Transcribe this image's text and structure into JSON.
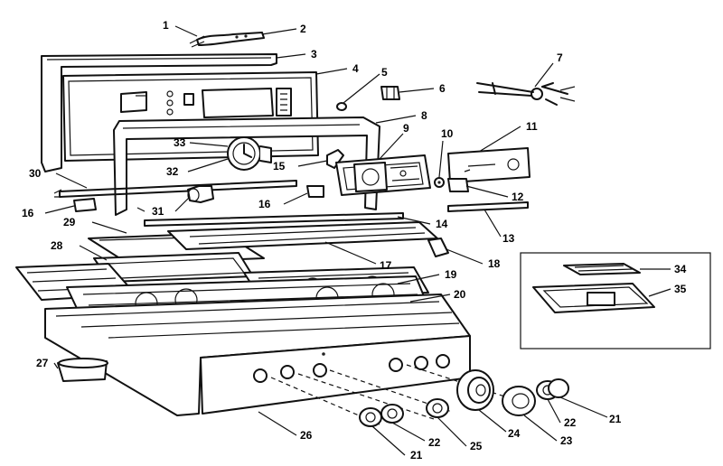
{
  "callouts": [
    {
      "id": "1",
      "label": "1"
    },
    {
      "id": "2",
      "label": "2"
    },
    {
      "id": "3",
      "label": "3"
    },
    {
      "id": "4",
      "label": "4"
    },
    {
      "id": "5",
      "label": "5"
    },
    {
      "id": "6",
      "label": "6"
    },
    {
      "id": "7",
      "label": "7"
    },
    {
      "id": "8",
      "label": "8"
    },
    {
      "id": "9",
      "label": "9"
    },
    {
      "id": "10",
      "label": "10"
    },
    {
      "id": "11",
      "label": "11"
    },
    {
      "id": "12",
      "label": "12"
    },
    {
      "id": "13",
      "label": "13"
    },
    {
      "id": "14",
      "label": "14"
    },
    {
      "id": "15",
      "label": "15"
    },
    {
      "id": "16a",
      "label": "16"
    },
    {
      "id": "16b",
      "label": "16"
    },
    {
      "id": "17",
      "label": "17"
    },
    {
      "id": "18",
      "label": "18"
    },
    {
      "id": "19",
      "label": "19"
    },
    {
      "id": "20",
      "label": "20"
    },
    {
      "id": "21a",
      "label": "21"
    },
    {
      "id": "21b",
      "label": "21"
    },
    {
      "id": "22a",
      "label": "22"
    },
    {
      "id": "22b",
      "label": "22"
    },
    {
      "id": "23",
      "label": "23"
    },
    {
      "id": "24",
      "label": "24"
    },
    {
      "id": "25",
      "label": "25"
    },
    {
      "id": "26",
      "label": "26"
    },
    {
      "id": "27",
      "label": "27"
    },
    {
      "id": "28",
      "label": "28"
    },
    {
      "id": "29",
      "label": "29"
    },
    {
      "id": "30",
      "label": "30"
    },
    {
      "id": "31",
      "label": "31"
    },
    {
      "id": "32",
      "label": "32"
    },
    {
      "id": "33",
      "label": "33"
    },
    {
      "id": "34",
      "label": "34"
    },
    {
      "id": "35",
      "label": "35"
    }
  ]
}
